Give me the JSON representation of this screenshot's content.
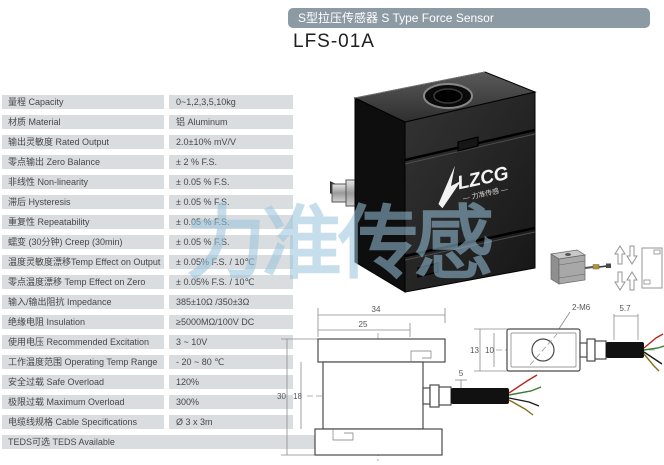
{
  "header": {
    "banner": "S型拉压传感器 S Type Force Sensor",
    "model": "LFS-01A"
  },
  "spec_table": {
    "rows": [
      {
        "label": "量程 Capacity",
        "value": "0~1,2,3,5,10kg"
      },
      {
        "label": "材质 Material",
        "value": "铝 Aluminum"
      },
      {
        "label": "输出灵敏度 Rated Output",
        "value": "2.0±10% mV/V"
      },
      {
        "label": "零点输出 Zero Balance",
        "value": "± 2 % F.S."
      },
      {
        "label": "非线性 Non-linearity",
        "value": "± 0.05 % F.S."
      },
      {
        "label": "滞后 Hysteresis",
        "value": "± 0.05 % F.S."
      },
      {
        "label": "重复性 Repeatability",
        "value": "± 0.05 % F.S."
      },
      {
        "label": "蠕变 (30分钟) Creep (30min)",
        "value": "± 0.05 % F.S."
      },
      {
        "label": "温度灵敏度漂移Temp Effect on Output",
        "value": "± 0.05% F.S. / 10℃"
      },
      {
        "label": "零点温度漂移 Temp Effect on Zero",
        "value": "± 0.05% F.S. / 10℃"
      },
      {
        "label": "输入/输出阻抗 Impedance",
        "value": "385±10Ω /350±3Ω"
      },
      {
        "label": "绝缘电阻 Insulation",
        "value": "≥5000MΩ/100V DC"
      },
      {
        "label": "使用电压 Recommended Excitation",
        "value": "3 ~ 10V"
      },
      {
        "label": "工作温度范围 Operating Temp Range",
        "value": "- 20 ~ 80 ℃"
      },
      {
        "label": "安全过载 Safe Overload",
        "value": "120%"
      },
      {
        "label": "极限过载 Maximum Overload",
        "value": "300%"
      },
      {
        "label": "电缆线规格 Cable Specifications",
        "value": "Ø 3 x 3m"
      },
      {
        "label": "TEDS可选 TEDS Available",
        "value": "",
        "full_width": true
      }
    ]
  },
  "product": {
    "logo_text": "LZCG",
    "logo_subtext": "— 力准传感 —"
  },
  "watermark": {
    "text": "力准传感"
  },
  "drawings": {
    "front_view": {
      "width_outer": "34",
      "width_inner": "25",
      "height_outer": "30",
      "height_inner": "18",
      "cable_dia": "5"
    },
    "side_view": {
      "depth_outer": "13",
      "depth_inner": "10",
      "thread_callout": "2-M6",
      "cable_dia": "5.7"
    }
  },
  "colors": {
    "banner_bg": "#8C9AA4",
    "cell_bg": "#D9DDE0",
    "watermark": "#99C4DE",
    "text": "#474747",
    "wire_red": "#B42A21",
    "wire_green": "#3A7D2C",
    "wire_black": "#1A1A1A",
    "wire_yellow": "#8A6D1C"
  }
}
